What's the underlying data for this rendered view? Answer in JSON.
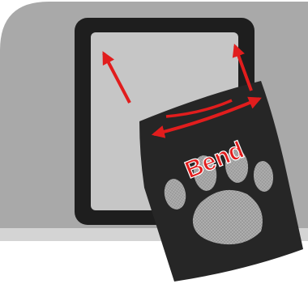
{
  "diagram": {
    "label": "Bend",
    "colors": {
      "background": "#ffffff",
      "wall": "#a9a9a9",
      "floor_strip": "#d4d4d4",
      "frame": "#1e1e1e",
      "opening": "#c6c6c6",
      "flap": "#262626",
      "paw": "#a6a6a6",
      "arrow": "#e11d1d",
      "label_fill": "#e11d1d",
      "label_stroke": "#ffffff"
    },
    "icons": [
      "door-frame",
      "door-opening",
      "flap-panel",
      "paw-print-icon",
      "arrow-up-left-icon",
      "arrow-up-right-icon",
      "double-arrow-icon",
      "bend-arc-icon"
    ]
  }
}
